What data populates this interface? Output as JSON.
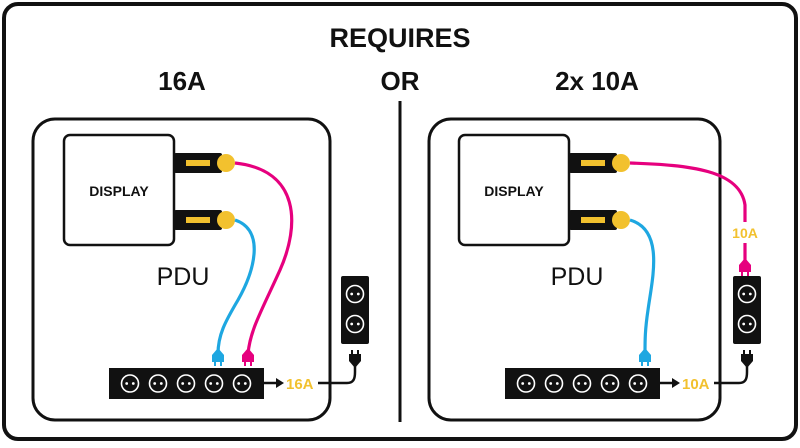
{
  "heading": "REQUIRES",
  "or_label": "OR",
  "colors": {
    "frame": "#111111",
    "magenta": "#e6007e",
    "cyan": "#1ea7e1",
    "yellow": "#f2c12e",
    "white": "#ffffff"
  },
  "left": {
    "title": "16A",
    "display_label": "DISPLAY",
    "pdu_label": "PDU",
    "current_label": "16A"
  },
  "right": {
    "title": "2x 10A",
    "display_label": "DISPLAY",
    "pdu_label": "PDU",
    "current_label_top": "10A",
    "current_label_bottom": "10A"
  }
}
